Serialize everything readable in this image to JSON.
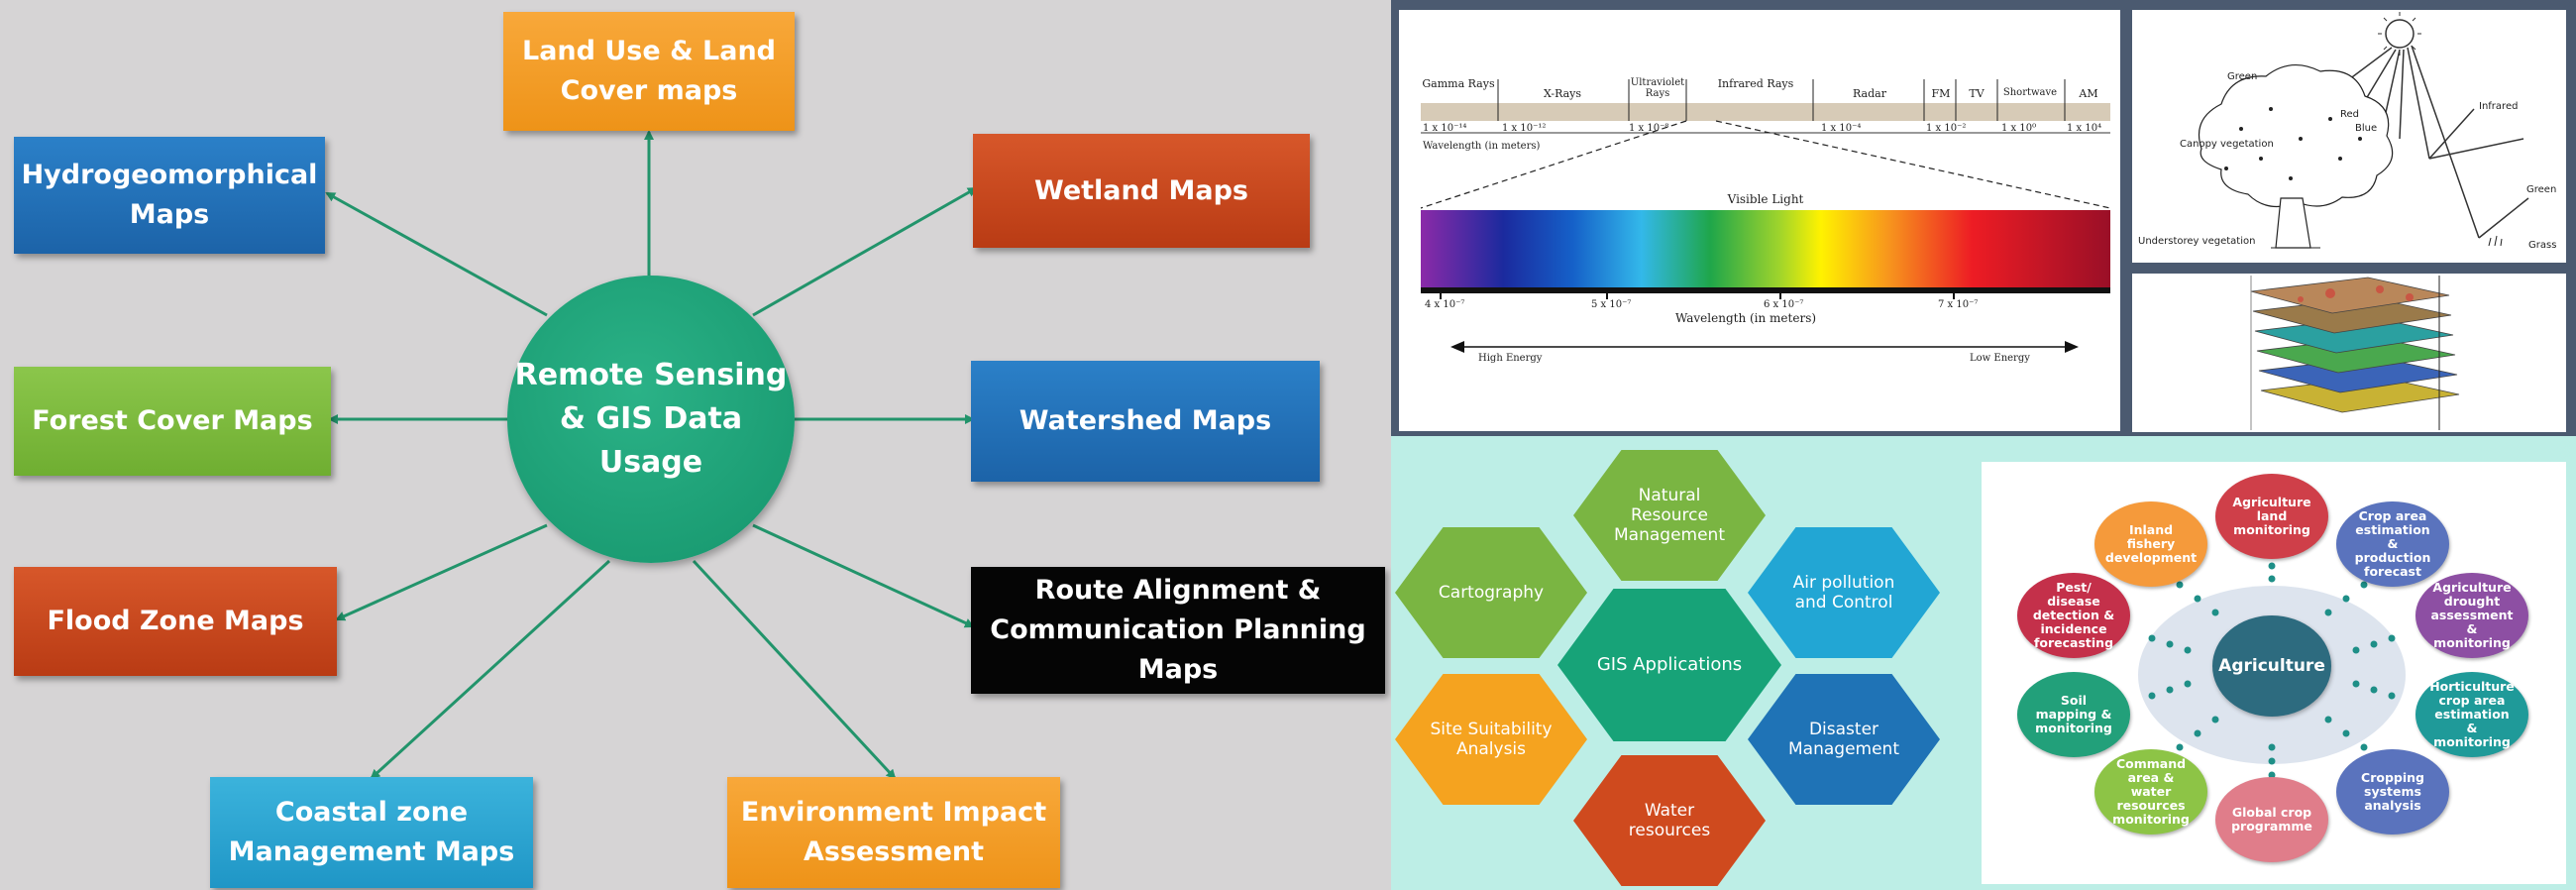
{
  "left_diagram": {
    "hub": "Remote Sensing & GIS Data Usage",
    "maps": {
      "land_use": "Land Use & Land Cover maps",
      "hydro": "Hydrogeomorphical Maps",
      "wetland": "Wetland Maps",
      "forest": "Forest Cover Maps",
      "watershed": "Watershed Maps",
      "flood": "Flood Zone Maps",
      "route": "Route Alignment & Communication Planning Maps",
      "coastal": "Coastal zone Management Maps",
      "environment": "Environment Impact Assessment"
    },
    "colors": {
      "arrow": "#22946b",
      "hub": "#17a074"
    }
  },
  "spectrum": {
    "bands": [
      "Gamma Rays",
      "X-Rays",
      "Ultraviolet Rays",
      "Infrared Rays",
      "Radar",
      "FM",
      "TV",
      "Shortwave",
      "AM"
    ],
    "top_ticks": [
      "1 x 10⁻¹⁴",
      "1 x 10⁻¹²",
      "1 x 10⁻⁸",
      "1 x 10⁻⁴",
      "1 x 10⁻²",
      "1 x 10⁰",
      "1 x 10⁴"
    ],
    "top_axis_label": "Wavelength (in meters)",
    "visible_label": "Visible Light",
    "bottom_ticks": [
      "4 x 10⁻⁷",
      "5 x 10⁻⁷",
      "6 x 10⁻⁷",
      "7 x 10⁻⁷"
    ],
    "bottom_axis_label": "Wavelength (in meters)",
    "high_energy": "High Energy",
    "low_energy": "Low Energy"
  },
  "reflectance": {
    "labels": [
      "Green",
      "Red",
      "Blue",
      "Infrared",
      "Canopy vegetation",
      "Green",
      "Understorey vegetation",
      "Grass"
    ]
  },
  "gis_hex": {
    "center": "GIS Applications",
    "items": {
      "nrm": "Natural Resource Management",
      "carto": "Cartography",
      "air": "Air pollution and Control",
      "site": "Site Suitability Analysis",
      "disaster": "Disaster Management",
      "water": "Water resources"
    }
  },
  "agriculture": {
    "center": "Agriculture",
    "items": {
      "land": "Agriculture land monitoring",
      "crop_area": "Crop area estimation & production forecast",
      "drought": "Agriculture drought assessment & monitoring",
      "horti": "Horticulture crop area estimation & monitoring",
      "cropping": "Cropping systems analysis",
      "global": "Global crop programme",
      "command": "Command area & water resources monitoring",
      "soil": "Soil mapping & monitoring",
      "pest": "Pest/ disease detection & incidence forecasting",
      "fishery": "Inland fishery development"
    }
  }
}
